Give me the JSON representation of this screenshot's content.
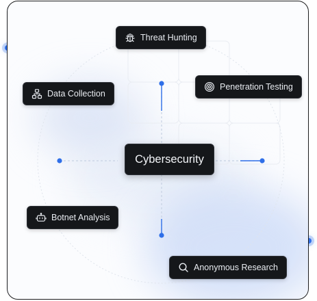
{
  "diagram": {
    "center": "Cybersecurity",
    "nodes": [
      {
        "label": "Threat Hunting",
        "icon": "bug-icon"
      },
      {
        "label": "Data Collection",
        "icon": "network-icon"
      },
      {
        "label": "Penetration Testing",
        "icon": "target-icon"
      },
      {
        "label": "Botnet Analysis",
        "icon": "bot-icon"
      },
      {
        "label": "Anonymous Research",
        "icon": "search-icon"
      }
    ]
  },
  "colors": {
    "accent": "#2f6fe8",
    "node_bg": "#15171a",
    "node_text": "#e9ecf1",
    "frame": "#1c1c1e"
  }
}
